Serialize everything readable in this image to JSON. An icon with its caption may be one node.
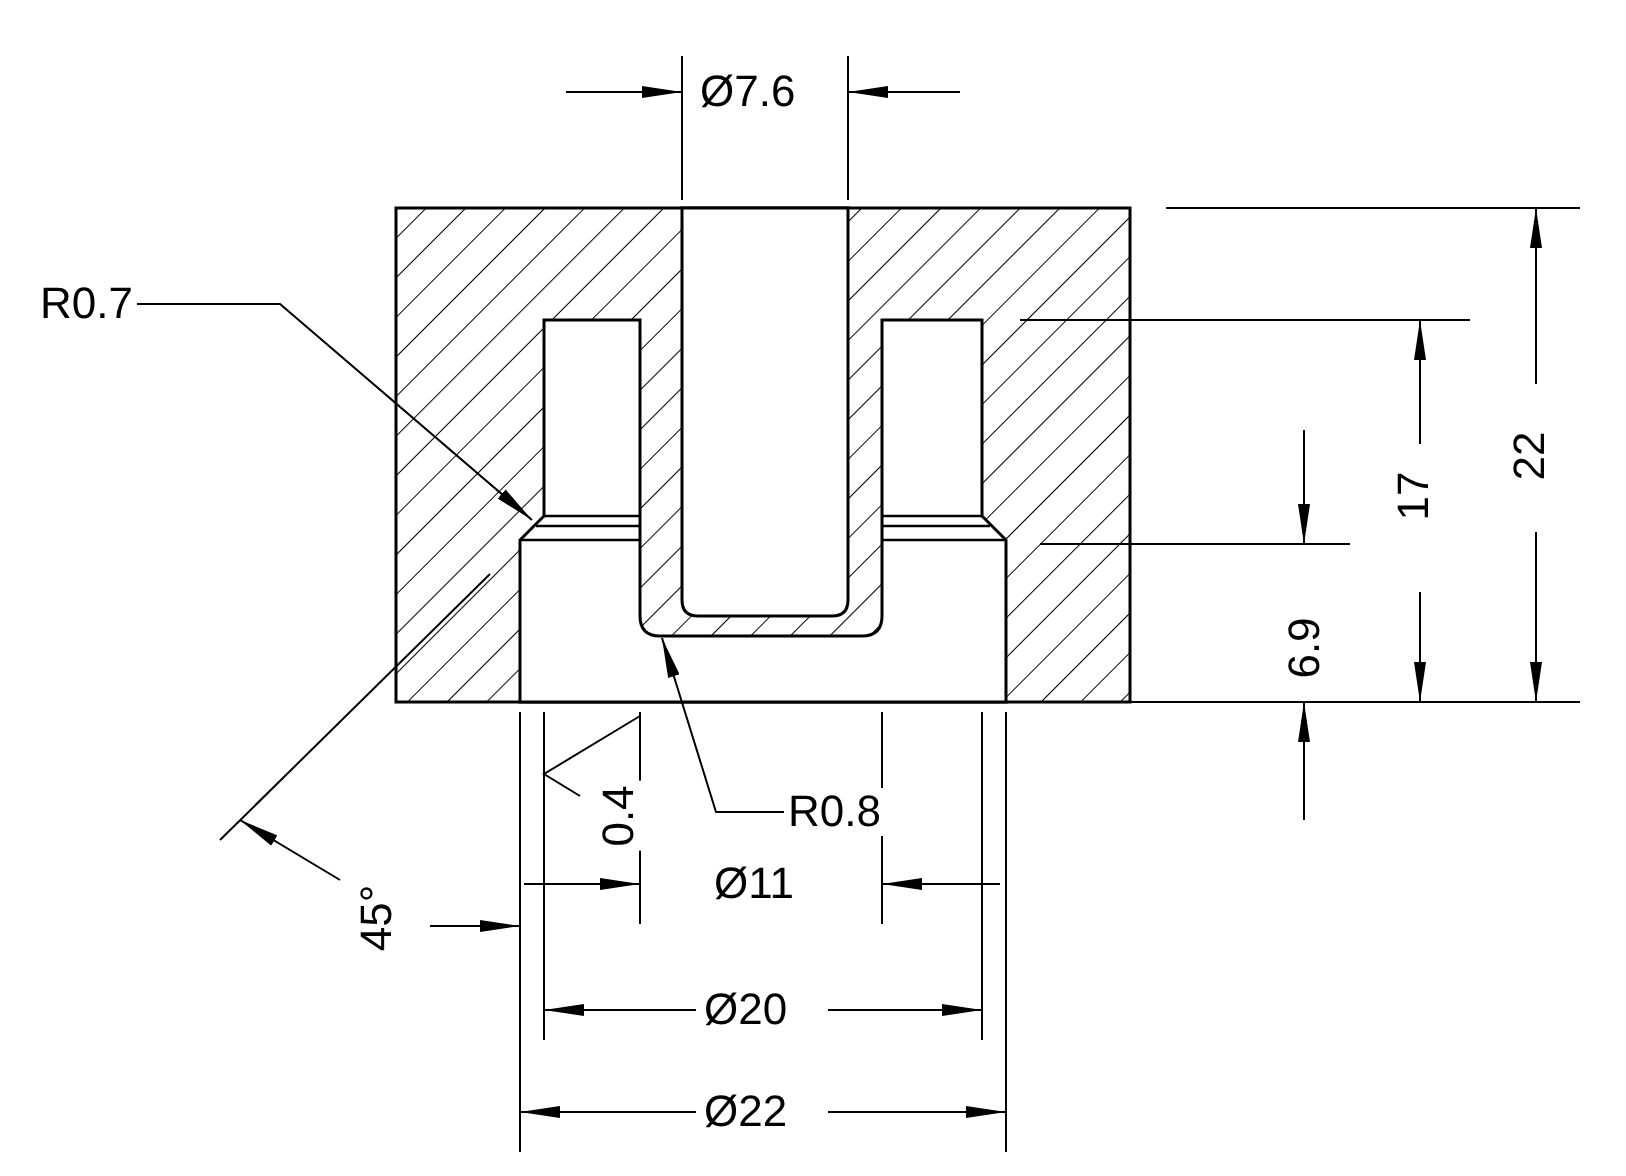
{
  "diagram": {
    "nodes": [
      {
        "text": [
          "R0.7"
        ]
      },
      {
        "text": [
          "R0.8"
        ]
      }
    ],
    "edges": [
      {
        "from": 0,
        "to": null,
        "arrow": "to"
      },
      {
        "from": 1,
        "to": null,
        "arrow": "to"
      }
    ],
    "labels": [
      "Ø7.6",
      "22",
      "17",
      "6.9",
      "0.4",
      "45°",
      "Ø11",
      "Ø20",
      "Ø22"
    ]
  }
}
